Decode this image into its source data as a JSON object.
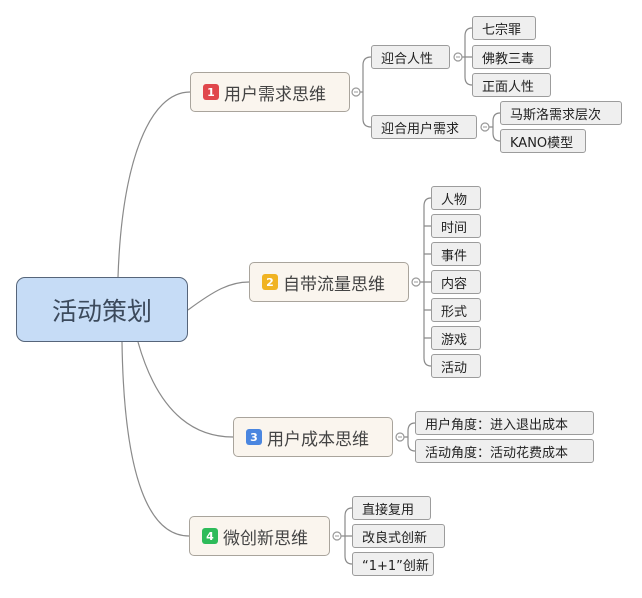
{
  "root": {
    "label": "活动策划"
  },
  "colors": {
    "badge1": "#e0474c",
    "badge2": "#f0b323",
    "badge3": "#4a86e0",
    "badge4": "#2dbb5a"
  },
  "topics": [
    {
      "number": "1",
      "label": "用户需求思维",
      "children": [
        {
          "label": "迎合人性",
          "children": [
            "七宗罪",
            "佛教三毒",
            "正面人性"
          ]
        },
        {
          "label": "迎合用户需求",
          "children": [
            "马斯洛需求层次",
            "KANO模型"
          ]
        }
      ]
    },
    {
      "number": "2",
      "label": "自带流量思维",
      "children": [
        "人物",
        "时间",
        "事件",
        "内容",
        "形式",
        "游戏",
        "活动"
      ]
    },
    {
      "number": "3",
      "label": "用户成本思维",
      "children": [
        "用户角度：进入退出成本",
        "活动角度：活动花费成本"
      ]
    },
    {
      "number": "4",
      "label": "微创新思维",
      "children": [
        "直接复用",
        "改良式创新",
        "“1+1”创新"
      ]
    }
  ]
}
